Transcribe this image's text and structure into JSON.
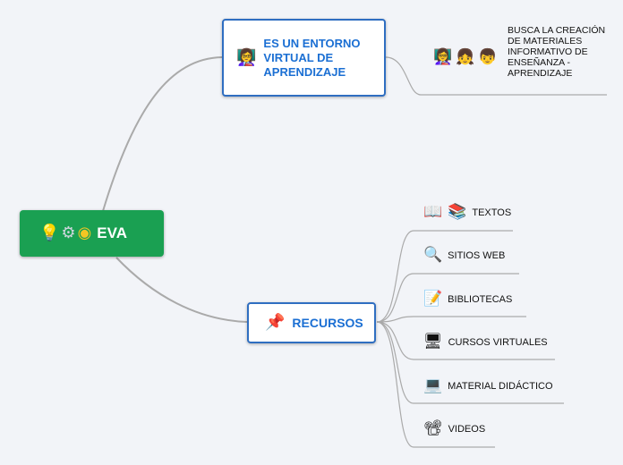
{
  "central": {
    "label": "EVA",
    "icons": [
      "lightbulb-icon",
      "gear-icon",
      "cd-disc-icon"
    ]
  },
  "branch1": {
    "label": "ES UN ENTORNO VIRTUAL DE APRENDIZAJE",
    "icon": "teacher-icon",
    "child": {
      "text": "BUSCA LA CREACIÓN DE MATERIALES INFORMATIVO DE ENSEÑANZA - APRENDIZAJE",
      "icons": [
        "teacher-icon",
        "student-icon",
        "boy-icon"
      ]
    }
  },
  "branch2": {
    "label": "RECURSOS",
    "icon": "pushpin-icon",
    "children": [
      {
        "text": "TEXTOS",
        "icons": [
          "open-book-icon",
          "books-icon"
        ]
      },
      {
        "text": "SITIOS WEB",
        "icons": [
          "magnifier-icon"
        ]
      },
      {
        "text": "BIBLIOTECAS",
        "icons": [
          "memo-icon"
        ]
      },
      {
        "text": "CURSOS VIRTUALES",
        "icons": [
          "desktop-computer-icon"
        ]
      },
      {
        "text": "MATERIAL DIDÁCTICO",
        "icons": [
          "laptop-icon"
        ]
      },
      {
        "text": "VIDEOS",
        "icons": [
          "film-projector-icon"
        ]
      }
    ]
  },
  "colors": {
    "central": "#1aa052",
    "accent": "#2f6ec1",
    "label": "#1b6fd3",
    "connector": "#a9a9a9",
    "background": "#f2f4f8"
  }
}
